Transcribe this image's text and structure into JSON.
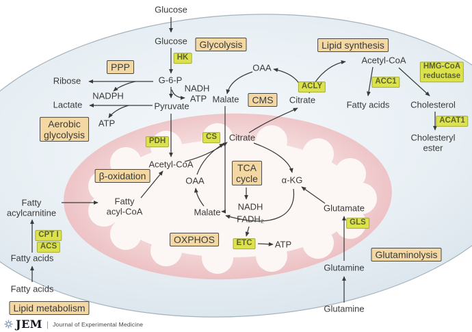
{
  "processes": {
    "glycolysis": "Glycolysis",
    "ppp": "PPP",
    "aerobic_glycolysis": "Aerobic\nglycolysis",
    "cms": "CMS",
    "lipid_synthesis": "Lipid synthesis",
    "tca_cycle": "TCA\ncycle",
    "beta_oxidation": "β-oxidation",
    "oxphos": "OXPHOS",
    "lipid_metabolism": "Lipid metabolism",
    "glutaminolysis": "Glutaminolysis"
  },
  "enzymes": {
    "hk": "HK",
    "pdh": "PDH",
    "cs": "CS",
    "acly": "ACLY",
    "acc1": "ACC1",
    "hmg_coa_reductase": "HMG-CoA\nreductase",
    "acat1": "ACAT1",
    "cpt1": "CPT I",
    "acs": "ACS",
    "etc": "ETC",
    "gls": "GLS"
  },
  "metabolites": {
    "glucose_out": "Glucose",
    "glucose_in": "Glucose",
    "g6p": "G-6-P",
    "ribose": "Ribose",
    "nadph": "NADPH",
    "lactate": "Lactate",
    "pyruvate": "Pyruvate",
    "nadh_glycolysis": "NADH",
    "atp_glycolysis": "ATP",
    "atp_aerobic": "ATP",
    "malate_cytosol": "Malate",
    "oaa_cytosol": "OAA",
    "citrate_cytosol": "Citrate",
    "acetyl_coa_cytosol": "Acetyl-CoA",
    "fatty_acids_synthesis": "Fatty acids",
    "cholesterol": "Cholesterol",
    "cholesteryl_ester": "Cholesteryl\nester",
    "acetyl_coa_mito": "Acetyl-CoA",
    "oaa_mito": "OAA",
    "citrate_mito": "Citrate",
    "alpha_kg": "α-KG",
    "nadh_tca": "NADH",
    "fadh2": "FADH₂",
    "malate_mito": "Malate",
    "atp_oxphos": "ATP",
    "fatty_acyl_coa": "Fatty\nacyl-CoA",
    "fatty_acylcarnitine": "Fatty\nacylcarnitine",
    "fatty_acids_in": "Fatty acids",
    "fatty_acids_out": "Fatty acids",
    "glutamate": "Glutamate",
    "glutamine_in": "Glutamine",
    "glutamine_out": "Glutamine"
  },
  "footer": {
    "brand": "JEM",
    "separator": "|",
    "journal": "Journal of Experimental Medicine"
  },
  "colors": {
    "process_box": "#f3d8a3",
    "enzyme_box": "#dce24b",
    "cell_fill": "#e6edf2",
    "mitochondrion": "#eab8bb",
    "arrow": "#3a3a3a"
  }
}
